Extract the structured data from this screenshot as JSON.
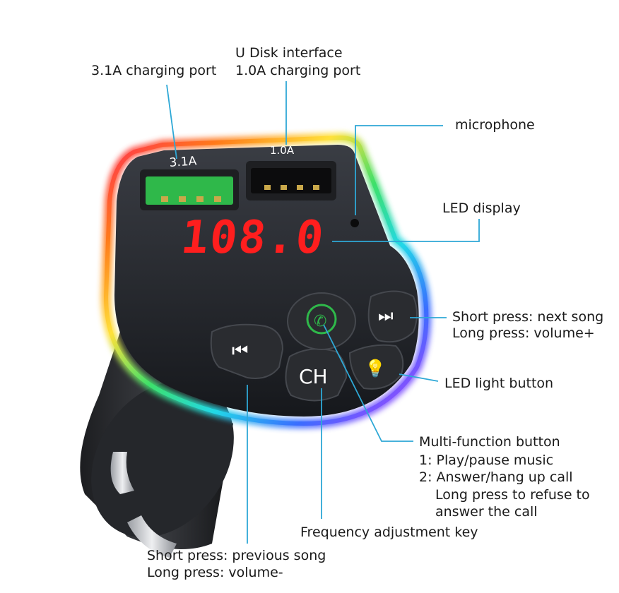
{
  "labels": {
    "port_31": "3.1A charging port",
    "u_disk": "U Disk interface",
    "port_10": "1.0A charging port",
    "microphone": "microphone",
    "led_display": "LED display",
    "next_short": "Short press: next song",
    "next_long": "Long press: volume+",
    "led_light": "LED light button",
    "multi_title": "Multi-function button",
    "multi_1": "1: Play/pause music",
    "multi_2": "2: Answer/hang up call",
    "multi_3": "Long press to refuse to",
    "multi_4": "answer the call",
    "freq": "Frequency adjustment key",
    "prev_short": "Short press: previous song",
    "prev_long": "Long press: volume-"
  },
  "device": {
    "display_value": "108.0",
    "port_31_marking": "3.1A",
    "port_10_marking": "1.0A",
    "ch_button": "CH"
  },
  "colors": {
    "leader_line": "#2ea8d6",
    "display_red": "#ff1e1e",
    "port_green": "#2fb84a"
  }
}
